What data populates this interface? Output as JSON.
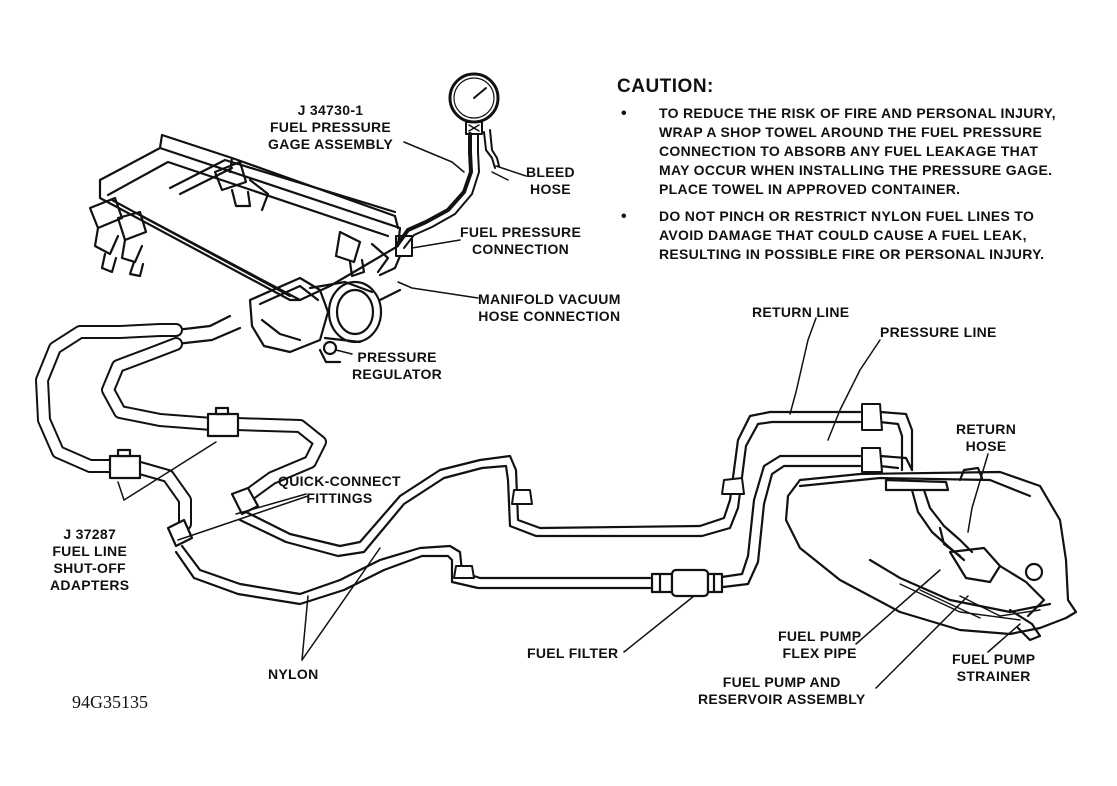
{
  "caution": {
    "title": "CAUTION:",
    "bullet": "•",
    "items": [
      [
        "TO REDUCE THE RISK OF FIRE AND PERSONAL INJURY,",
        "WRAP A SHOP TOWEL AROUND THE FUEL PRESSURE",
        "CONNECTION TO ABSORB ANY FUEL LEAKAGE THAT",
        "MAY OCCUR WHEN INSTALLING THE PRESSURE GAGE.",
        "PLACE TOWEL IN APPROVED CONTAINER."
      ],
      [
        "DO NOT PINCH OR RESTRICT NYLON FUEL LINES TO",
        "AVOID DAMAGE THAT COULD CAUSE A FUEL LEAK,",
        "RESULTING IN POSSIBLE FIRE OR PERSONAL INJURY."
      ]
    ]
  },
  "labels": {
    "gage": [
      "J 34730-1",
      "FUEL PRESSURE",
      "GAGE ASSEMBLY"
    ],
    "bleed": [
      "BLEED",
      "HOSE"
    ],
    "fuel_pressure_connection": [
      "FUEL PRESSURE",
      "CONNECTION"
    ],
    "manifold_vacuum": [
      "MANIFOLD VACUUM",
      "HOSE CONNECTION"
    ],
    "pressure_regulator": [
      "PRESSURE",
      "REGULATOR"
    ],
    "return_line": "RETURN LINE",
    "pressure_line": "PRESSURE LINE",
    "return_hose": [
      "RETURN",
      "HOSE"
    ],
    "quick_connect": [
      "QUICK-CONNECT",
      "FITTINGS"
    ],
    "adapters": [
      "J 37287",
      "FUEL LINE",
      "SHUT-OFF",
      "ADAPTERS"
    ],
    "nylon": "NYLON",
    "fuel_filter": "FUEL FILTER",
    "flex_pipe": [
      "FUEL PUMP",
      "FLEX PIPE"
    ],
    "pump_assembly": [
      "FUEL PUMP AND",
      "RESERVOIR ASSEMBLY"
    ],
    "strainer": [
      "FUEL PUMP",
      "STRAINER"
    ]
  },
  "figure_id": "94G35135"
}
